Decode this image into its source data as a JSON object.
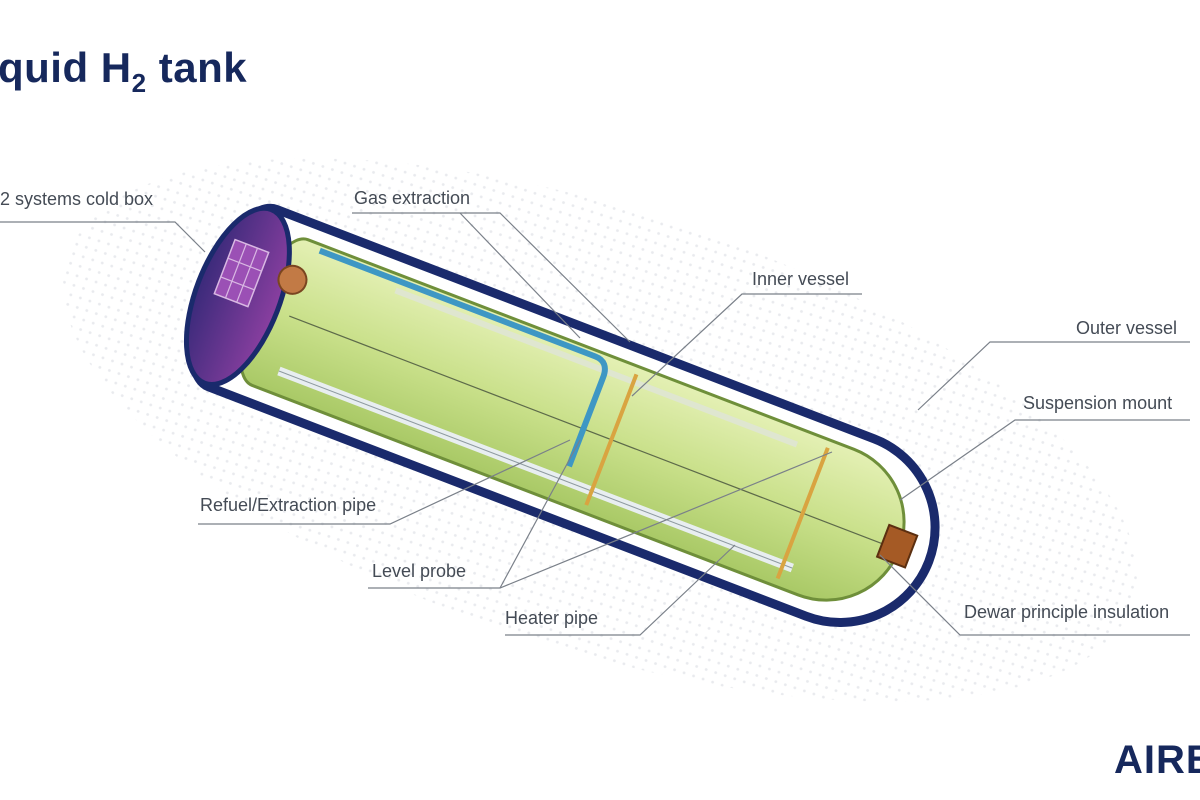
{
  "title": {
    "prefix": "quid H",
    "subscript": "2",
    "suffix": " tank"
  },
  "labels": {
    "cold_box": "2 systems cold box",
    "gas_extraction": "Gas extraction",
    "inner_vessel": "Inner vessel",
    "outer_vessel": "Outer vessel",
    "suspension_mount": "Suspension mount",
    "refuel_pipe": "Refuel/Extraction pipe",
    "level_probe": "Level probe",
    "heater_pipe": "Heater pipe",
    "dewar_insulation": "Dewar principle insulation"
  },
  "logo": "AIRB",
  "colors": {
    "title": "#16285c",
    "outer_shell": "#1a2a6c",
    "inner_liquid": "#c9e08a",
    "cold_box": "#8a3fa0",
    "refuel_pipe": "#3e97c4",
    "level_probe": "#d9a441",
    "mount": "#a55a25",
    "leader_lines": "#7a8089"
  }
}
